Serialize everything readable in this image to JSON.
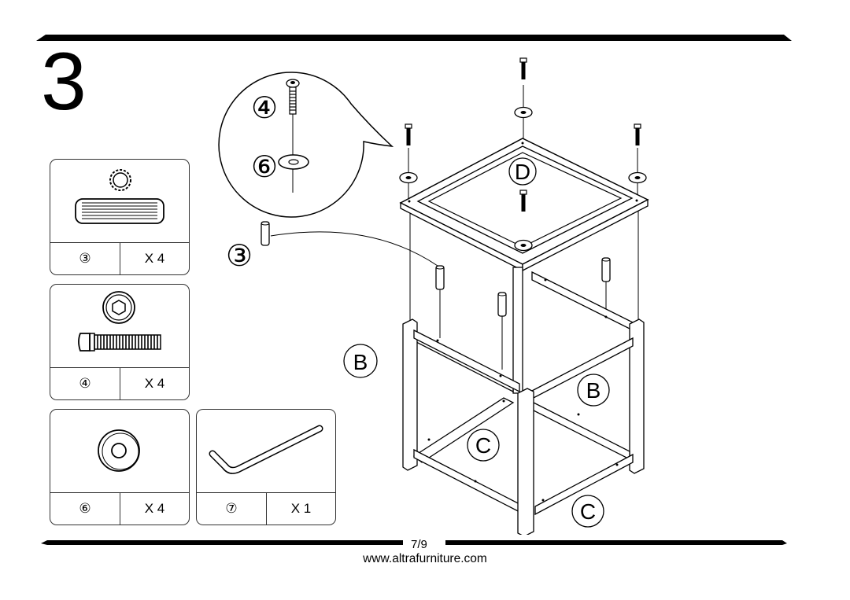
{
  "step": "3",
  "parts": [
    {
      "label": "③",
      "qty": "X 4"
    },
    {
      "label": "④",
      "qty": "X 4"
    },
    {
      "label": "⑥",
      "qty": "X 4"
    },
    {
      "label": "⑦",
      "qty": "X 1"
    }
  ],
  "callouts": {
    "detail_screw": "④",
    "detail_washer": "⑥",
    "dowel": "③",
    "top_panel": "D",
    "side_left": "B",
    "side_right": "B",
    "bottom_center": "C",
    "bottom_right": "C"
  },
  "footer": {
    "page": "7/9",
    "website": "www.altrafurniture.com"
  }
}
